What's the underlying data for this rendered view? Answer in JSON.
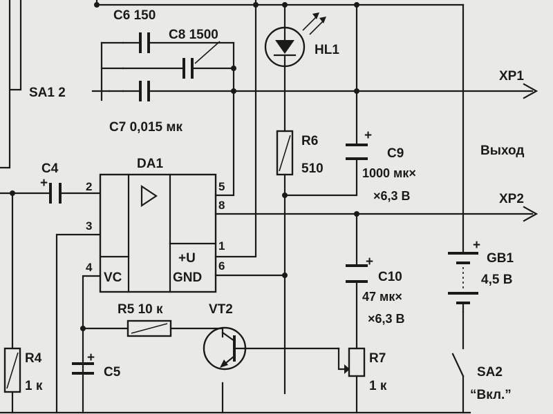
{
  "labels": {
    "c6": "C6 150",
    "c8": "C8 1500",
    "sa1": "SA1 2",
    "c7": "C7 0,015 мк",
    "c4": "C4",
    "da1": "DA1",
    "hl1": "HL1",
    "r6": "R6",
    "r6_val": "510",
    "c9": "C9",
    "c9_val1": "1000 мк×",
    "c9_val2": "×6,3 В",
    "output": "Выход",
    "xp1": "XP1",
    "xp2": "XP2",
    "pin2": "2",
    "pin3": "3",
    "pin4": "4",
    "pin5": "5",
    "pin8": "8",
    "pin1": "1",
    "pin6": "6",
    "vc": "VC",
    "plus_u": "+U",
    "gnd": "GND",
    "c10": "C10",
    "c10_val1": "47 мк×",
    "c10_val2": "×6,3 В",
    "gb1": "GB1",
    "gb1_val": "4,5 В",
    "r5": "R5 10 к",
    "vt2": "VT2",
    "r4": "R4",
    "r4_val": "1 к",
    "c5": "C5",
    "r7": "R7",
    "r7_val": "1 к",
    "sa2": "SA2",
    "sa2_val": "“Вкл.”",
    "plus": "+"
  }
}
